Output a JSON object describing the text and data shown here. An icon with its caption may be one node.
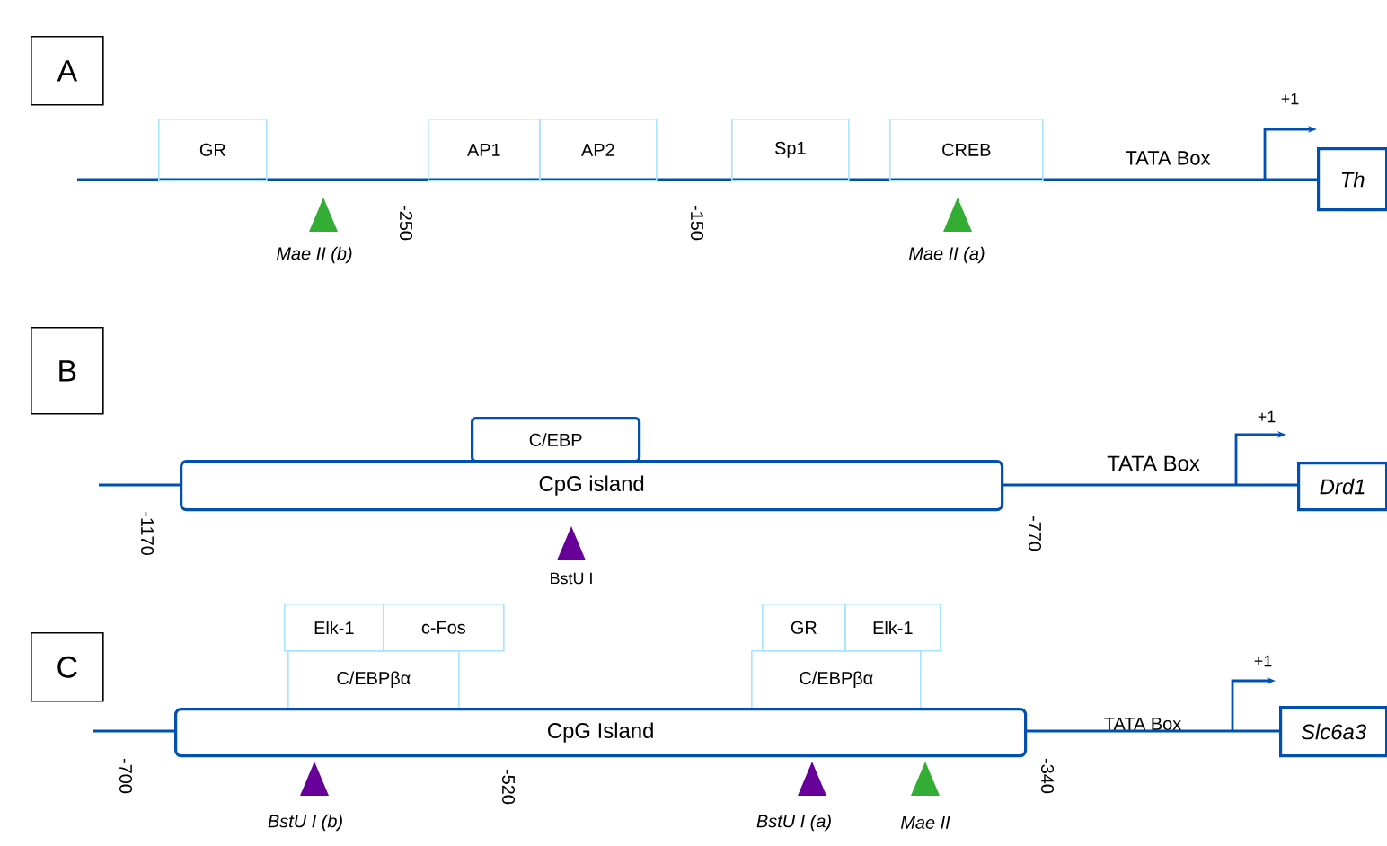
{
  "diagram": {
    "nodes": [
      {
        "text": [
          "A"
        ]
      },
      {
        "text": [
          "GR"
        ]
      },
      {
        "text": [
          "AP1"
        ]
      },
      {
        "text": [
          "AP2"
        ]
      },
      {
        "text": [
          "Sp1"
        ]
      },
      {
        "text": [
          "CREB"
        ]
      },
      {
        "text": [
          "Th"
        ]
      },
      {
        "text": [
          "B"
        ]
      },
      {
        "text": [
          "C/EBP"
        ]
      },
      {
        "text": [
          "CpG island"
        ]
      },
      {
        "text": [
          "Drd1"
        ]
      },
      {
        "text": [
          "C"
        ]
      },
      {
        "text": [
          "Elk-1"
        ]
      },
      {
        "text": [
          "c-Fos"
        ]
      },
      {
        "text": [
          "GR"
        ]
      },
      {
        "text": [
          "Elk-1"
        ]
      },
      {
        "text": [
          "C/EBPβα"
        ]
      },
      {
        "text": [
          "C/EBPβα"
        ]
      },
      {
        "text": [
          "CpG Island"
        ]
      },
      {
        "text": [
          "Slc6a3"
        ]
      }
    ],
    "labels": [
      "+1",
      "TATA Box",
      "Mae II (b)",
      "-250",
      "-150",
      "Mae II (a)",
      "+1",
      "TATA Box",
      "-1170",
      "-770",
      "BstU I",
      "+1",
      "TATA Box",
      "-700",
      "-520",
      "-340",
      "BstU I (b)",
      "BstU I (a)",
      "Mae II"
    ]
  }
}
